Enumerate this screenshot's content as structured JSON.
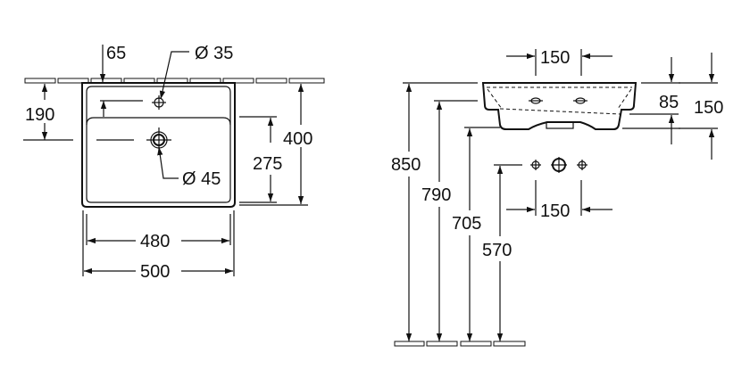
{
  "top_view": {
    "tap_offset": "65",
    "tap_hole_diameter": "Ø 35",
    "drain_diameter": "Ø 45",
    "drain_from_wall": "190",
    "drain_to_front": "275",
    "depth": "400",
    "inner_width": "480",
    "width": "500"
  },
  "side_view": {
    "hole_spacing_top": "150",
    "hole_spacing_bottom": "150",
    "top_height": "850",
    "bowl_bottom_height": "790",
    "underside_height": "705",
    "supply_height": "570",
    "bowl_height": "85",
    "overall_height": "150"
  }
}
